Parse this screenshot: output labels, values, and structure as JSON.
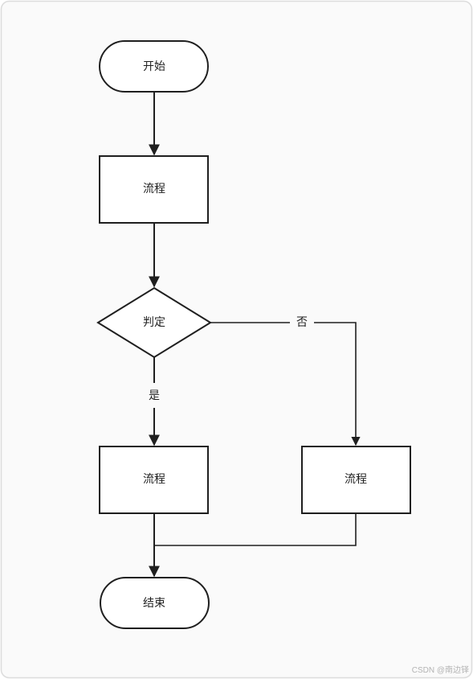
{
  "nodes": {
    "start": {
      "label": "开始"
    },
    "process1": {
      "label": "流程"
    },
    "decision": {
      "label": "判定"
    },
    "process_yes": {
      "label": "流程"
    },
    "process_no": {
      "label": "流程"
    },
    "end": {
      "label": "结束"
    }
  },
  "edges": {
    "yes_label": "是",
    "no_label": "否"
  },
  "watermark": "CSDN @南边铎",
  "colors": {
    "stroke": "#1f1f1f",
    "frame": "#dcdcdc",
    "background": "#fafafa"
  }
}
